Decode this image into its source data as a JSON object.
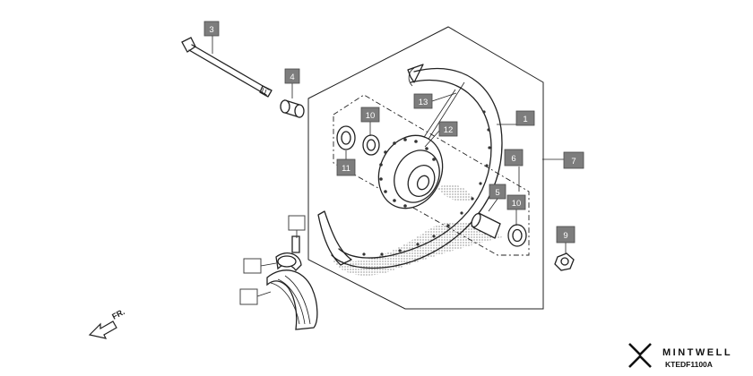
{
  "callouts": [
    {
      "id": "1",
      "label": "1"
    },
    {
      "id": "3",
      "label": "3"
    },
    {
      "id": "4",
      "label": "4"
    },
    {
      "id": "5",
      "label": "5"
    },
    {
      "id": "6",
      "label": "6"
    },
    {
      "id": "7",
      "label": "7"
    },
    {
      "id": "9",
      "label": "9"
    },
    {
      "id": "10a",
      "label": "10"
    },
    {
      "id": "10b",
      "label": "10"
    },
    {
      "id": "11",
      "label": "11"
    },
    {
      "id": "12",
      "label": "12"
    },
    {
      "id": "13",
      "label": "13"
    }
  ],
  "direction_indicator": {
    "label": "FR.",
    "icon": "arrow-icon"
  },
  "brand": {
    "name": "MINTWELL",
    "logo_icon": "mintwell-logo-icon"
  },
  "diagram_code": "KTEDF1100A",
  "colors": {
    "callout_fill": "#7d7d7d",
    "line": "#222222",
    "background": "#ffffff"
  }
}
